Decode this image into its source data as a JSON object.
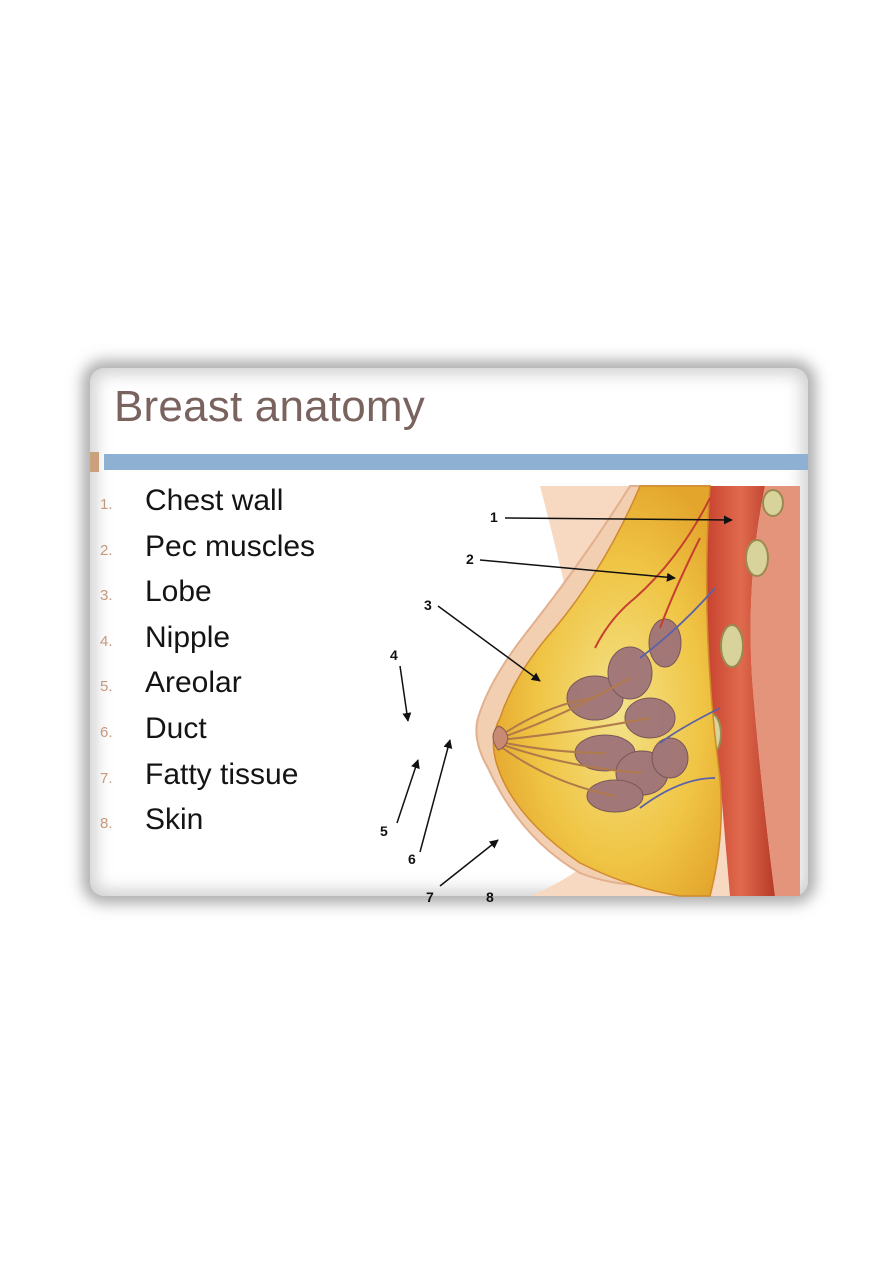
{
  "slide": {
    "title": "Breast anatomy",
    "items": [
      {
        "num": "1.",
        "label": "Chest wall"
      },
      {
        "num": "2.",
        "label": "Pec muscles"
      },
      {
        "num": "3.",
        "label": "Lobe"
      },
      {
        "num": "4.",
        "label": "Nipple"
      },
      {
        "num": "5.",
        "label": "Areolar"
      },
      {
        "num": "6.",
        "label": "Duct"
      },
      {
        "num": "7.",
        "label": "Fatty tissue"
      },
      {
        "num": "8.",
        "label": "Skin"
      }
    ],
    "diagram_labels": [
      "1",
      "2",
      "3",
      "4",
      "5",
      "6",
      "7",
      "8"
    ]
  },
  "colors": {
    "title": "#7a635e",
    "bullet_number": "#c6987c",
    "accent_blue": "#8db0d3",
    "accent_tan": "#c9a17d"
  }
}
